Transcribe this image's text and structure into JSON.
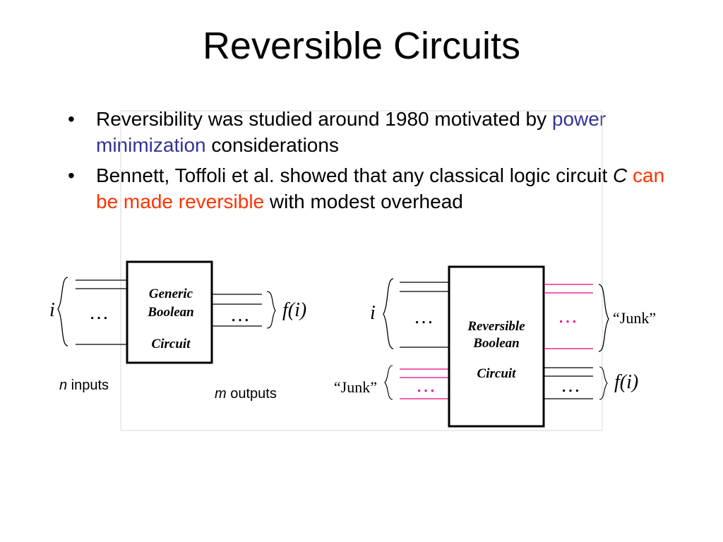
{
  "slide": {
    "title": "Reversible Circuits",
    "bullet_char": "•",
    "bullets": [
      {
        "p1": "Reversibility was studied around 1980 motivated by ",
        "highlight": "power minimization",
        "p2": " considerations"
      },
      {
        "p1": "Bennett, Toffoli et al. showed that any classical logic circuit ",
        "var": "C",
        "highlight": "can be made reversible",
        "p2": " with modest overhead"
      }
    ]
  },
  "diagram": {
    "generic": {
      "input_label": "i",
      "dots": "…",
      "box_line1": "Generic",
      "box_line2": "Boolean",
      "box_line3": "Circuit",
      "output_label": "f(i)",
      "n_var": "n",
      "n_text": " inputs",
      "m_var": "m",
      "m_text": " outputs"
    },
    "reversible": {
      "input_label": "i",
      "dots": "…",
      "box_line1": "Reversible",
      "box_line2": "Boolean",
      "box_line3": "Circuit",
      "junk_out_label": "“Junk”",
      "junk_in_label": "“Junk”",
      "output_label": "f(i)"
    },
    "colors": {
      "junk_wire": "#e6007e",
      "wire": "#000000",
      "highlight_blue": "#333399",
      "highlight_red": "#ff3300"
    }
  }
}
